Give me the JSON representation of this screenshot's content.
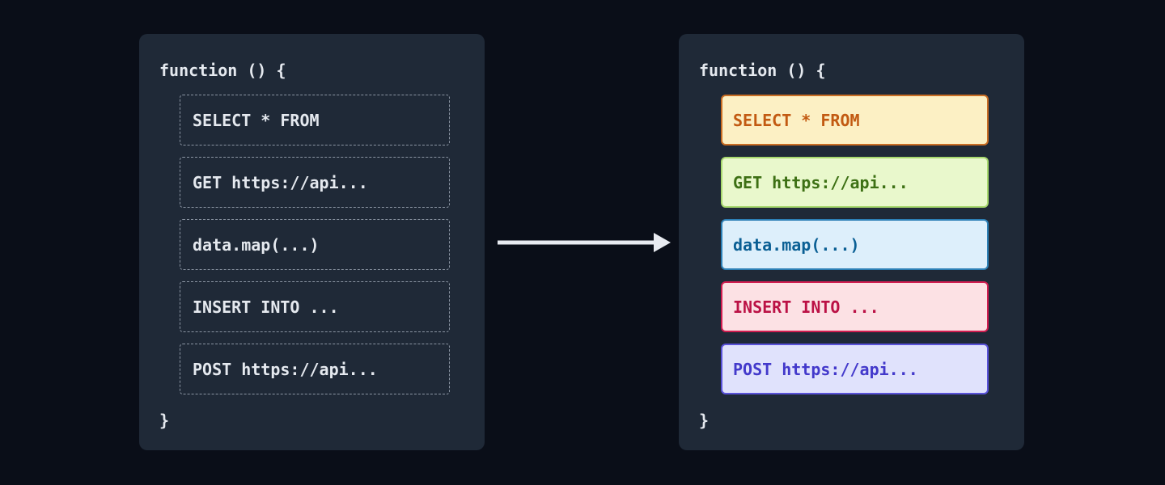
{
  "diagram": {
    "page_bg": "#0a0e18",
    "arrow_color": "#e8ebf1",
    "before_panel": {
      "panel_bg": "#1f2937",
      "text_color": "#e5e9ef",
      "block_border_color": "#8b95a3",
      "function_open": "function () {",
      "function_close": "}",
      "blocks": [
        {
          "label": "SELECT * FROM"
        },
        {
          "label": "GET https://api..."
        },
        {
          "label": "data.map(...)"
        },
        {
          "label": "INSERT INTO ..."
        },
        {
          "label": "POST https://api..."
        }
      ]
    },
    "after_panel": {
      "panel_bg": "#1f2937",
      "text_color": "#e5e9ef",
      "function_open": "function () {",
      "function_close": "}",
      "blocks": [
        {
          "label": "SELECT * FROM",
          "bg": "#fcf0c4",
          "border": "#c96d23",
          "text": "#c25a12"
        },
        {
          "label": "GET https://api...",
          "bg": "#e9f8cc",
          "border": "#a7d86e",
          "text": "#3d7014"
        },
        {
          "label": "data.map(...)",
          "bg": "#ddeffb",
          "border": "#2d80b6",
          "text": "#0a5f94"
        },
        {
          "label": "INSERT INTO ...",
          "bg": "#fce1e4",
          "border": "#d11d50",
          "text": "#bb1145"
        },
        {
          "label": "POST https://api...",
          "bg": "#e0e2fc",
          "border": "#5952d9",
          "text": "#4339cb"
        }
      ]
    }
  }
}
